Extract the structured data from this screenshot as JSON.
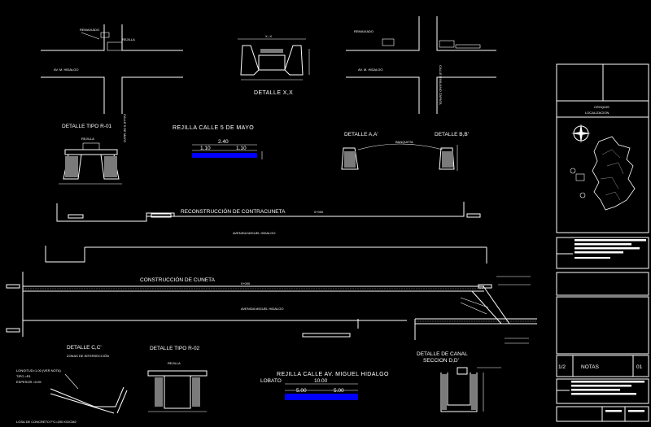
{
  "colors": {
    "background": "#000000",
    "linework": "#ffffff",
    "hatch": "#7a7a7a",
    "grate_fill": "#0000ff"
  },
  "top_plans": {
    "left_street": "AV. M. HIDALGO",
    "left_cross_street": "CALLE 5 DE MAYO",
    "right_street": "AV. M. HIDALGO",
    "right_cross_street": "CALLE EMILIANO ZAPATA"
  },
  "details": {
    "xx": "DETALLE X,X",
    "r01": "DETALLE TIPO R-01",
    "grate_5mayo": "REJILLA  CALLE  5 DE MAYO",
    "aa": "DETALLE A,A'",
    "bb": "DETALLE B,B'",
    "cc": "DETALLE C,C'",
    "r02": "DETALLE TIPO R-02",
    "grate_hidalgo": "REJILLA  CALLE AV. MIGUEL HIDALGO",
    "canal_line1": "DETALLE DE CANAL",
    "canal_line2": "SECCION D,D'"
  },
  "dims": {
    "grate_5mayo_total": "2.40",
    "grate_5mayo_left": "1.10",
    "grate_5mayo_right": "1.10",
    "grate_hidalgo_total": "10.00",
    "grate_hidalgo_left": "5.00",
    "grate_hidalgo_right": "5.00",
    "lobato": "LOBATO"
  },
  "long_sections": {
    "contracuneta_title": "RECONSTRUCCIÓN DE CONTRACUNETA",
    "contracuneta_avenue": "AVENIDA  MIGUEL  HIDALGO",
    "cuneta_title": "CONSTRUCCIÓN DE CUNETA",
    "cuneta_avenue": "AVENIDA  MIGUEL  HIDALGO"
  },
  "title_block": {
    "croquis_line1": "CROQUIS",
    "croquis_line2": "LOCALIZACION",
    "sheet_fraction": "1/2",
    "notes_label": "NOTAS",
    "sheet_number": "01"
  }
}
